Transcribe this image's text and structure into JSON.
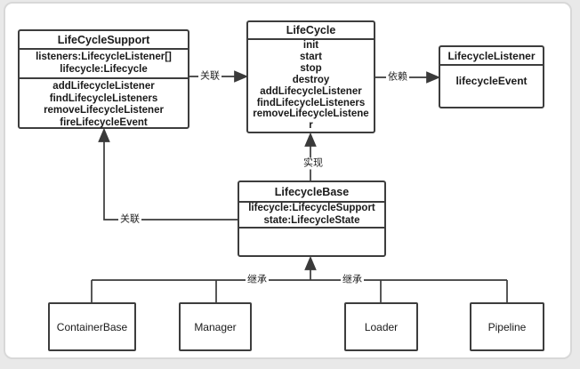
{
  "diagram": {
    "kind": "uml-class-diagram",
    "classes": {
      "lifecycle_support": {
        "title": "LifeCycleSupport",
        "fields": [
          "listeners:LifecycleListener[]",
          "lifecycle:Lifecycle"
        ],
        "methods": [
          "addLifecycleListener",
          "findLifecycleListeners",
          "removeLifecycleListener",
          "fireLifecycleEvent"
        ]
      },
      "lifecycle": {
        "title": "LifeCycle",
        "methods": [
          "init",
          "start",
          "stop",
          "destroy",
          "addLifecycleListener",
          "findLifecycleListeners",
          "removeLifecycleListene",
          "r"
        ]
      },
      "lifecycle_listener": {
        "title": "LifecycleListener",
        "methods": [
          "lifecycleEvent"
        ]
      },
      "lifecycle_base": {
        "title": "LifecycleBase",
        "fields": [
          "lifecycle:LifecycleSupport",
          "state:LifecycleState"
        ]
      },
      "container_base": {
        "title": "ContainerBase"
      },
      "manager": {
        "title": "Manager"
      },
      "loader": {
        "title": "Loader"
      },
      "pipeline": {
        "title": "Pipeline"
      }
    },
    "relations": {
      "support_to_lifecycle": {
        "label": "关联"
      },
      "lifecycle_to_listener": {
        "label": "依赖"
      },
      "base_to_lifecycle": {
        "label": "实现"
      },
      "base_to_support": {
        "label": "关联"
      },
      "inherit_left": {
        "label": "继承"
      },
      "inherit_right": {
        "label": "继承"
      }
    },
    "colors": {
      "line": "#3a3a3a",
      "box_border": "#3d3d3d",
      "background": "#ffffff",
      "page_background": "#e9e9e9",
      "card_border": "#d8d8d8",
      "text": "#1a1a1a"
    }
  }
}
